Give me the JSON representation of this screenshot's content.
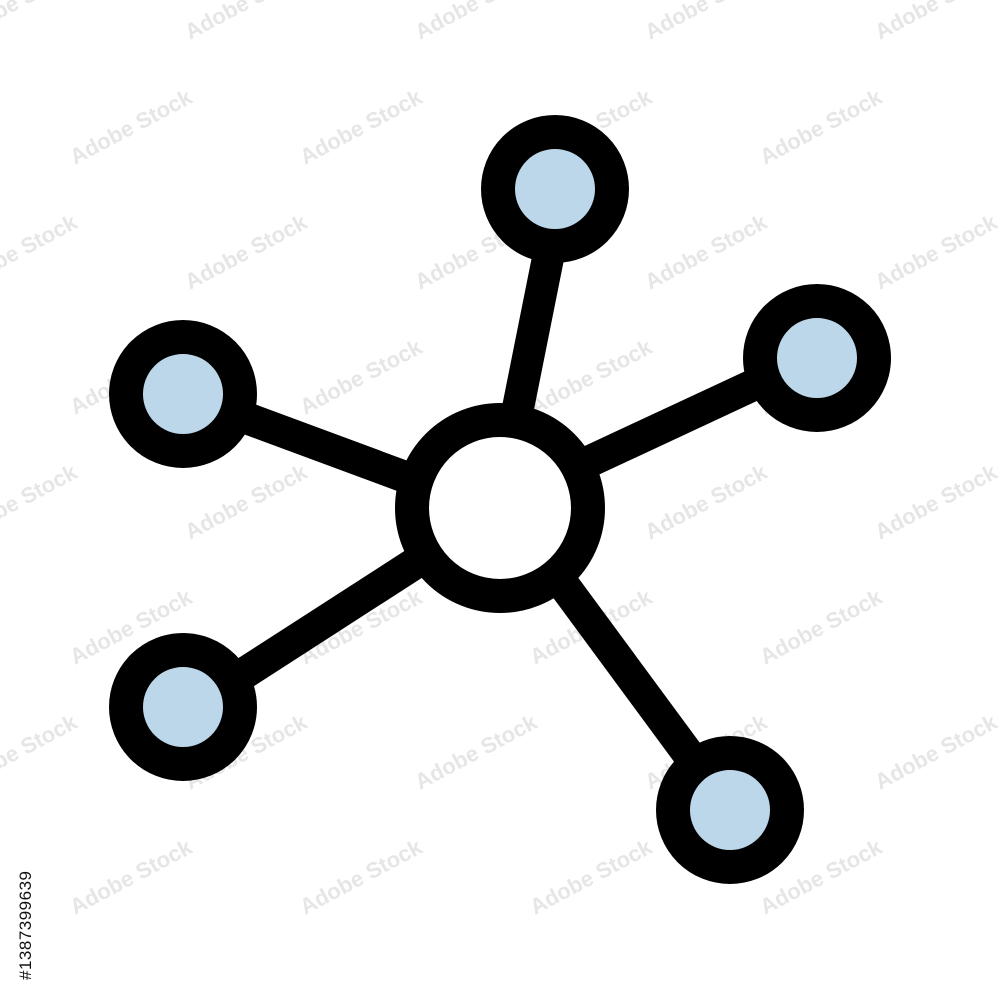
{
  "image": {
    "stock_id": "#1387399639",
    "watermark_text": "Adobe Stock"
  },
  "colors": {
    "background": "#ffffff",
    "outline": "#000000",
    "hub_fill": "#ffffff",
    "node_fill": "#bdd7ea",
    "watermark": "#e6e6e6"
  },
  "icon": {
    "name": "network-hub-icon",
    "hub_count": 1,
    "node_count": 5
  }
}
